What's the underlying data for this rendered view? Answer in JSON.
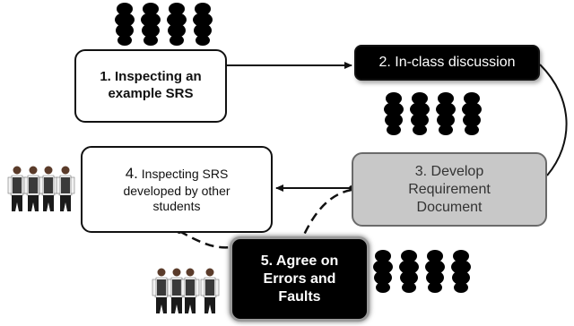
{
  "steps": {
    "step1": "1. Inspecting an\nexample SRS",
    "step2": "2. In-class discussion",
    "step3": "3. Develop\nRequirement\nDocument",
    "step4_number": "4.",
    "step4_text": "Inspecting SRS\ndeveloped by other\nstudents",
    "step5": "5. Agree on\nErrors and\nFaults"
  },
  "colors": {
    "accent_black": "#000000",
    "step3_fill": "#c8c8c8",
    "student_shirt": "#f2f2f2",
    "student_vest": "#3a3a3a",
    "silhouette": "#000000"
  },
  "icons": [
    "group-silhouette-icon",
    "group-silhouette-icon",
    "group-silhouette-icon",
    "people-group-icon",
    "people-group-icon"
  ]
}
